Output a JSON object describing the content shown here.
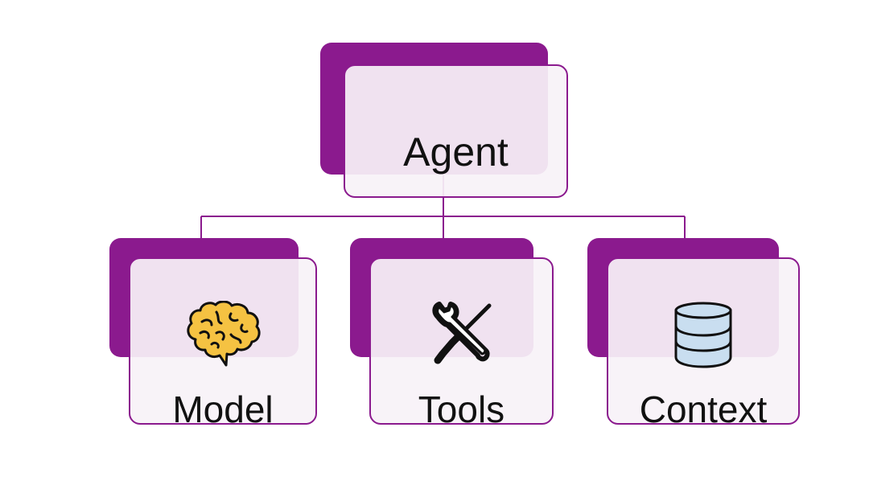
{
  "diagram": {
    "root": {
      "label": "Agent"
    },
    "children": [
      {
        "label": "Model",
        "icon": "brain-icon"
      },
      {
        "label": "Tools",
        "icon": "wrench-screwdriver-icon"
      },
      {
        "label": "Context",
        "icon": "database-icon"
      }
    ]
  },
  "colors": {
    "accent": "#8b1a8e",
    "card_fill": "#f8f2f8",
    "text": "#111111",
    "brain_fill": "#f5c242",
    "database_fill": "#c9def0"
  }
}
